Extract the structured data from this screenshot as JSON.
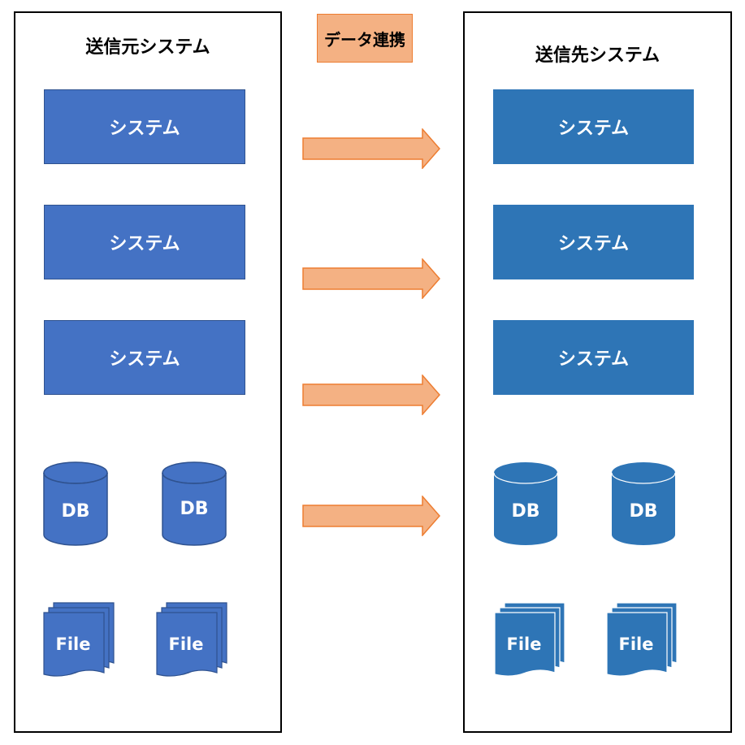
{
  "diagram": {
    "source_title": "送信元システム",
    "target_title": "送信先システム",
    "center_label": "データ連携",
    "source_systems": [
      "システム",
      "システム",
      "システム"
    ],
    "target_systems": [
      "システム",
      "システム",
      "システム"
    ],
    "db_label": "DB",
    "file_label": "File",
    "colors": {
      "source_fill": "#4472c4",
      "target_fill": "#2e75b6",
      "arrow_fill": "#f4b183",
      "arrow_stroke": "#ed7d31"
    }
  }
}
